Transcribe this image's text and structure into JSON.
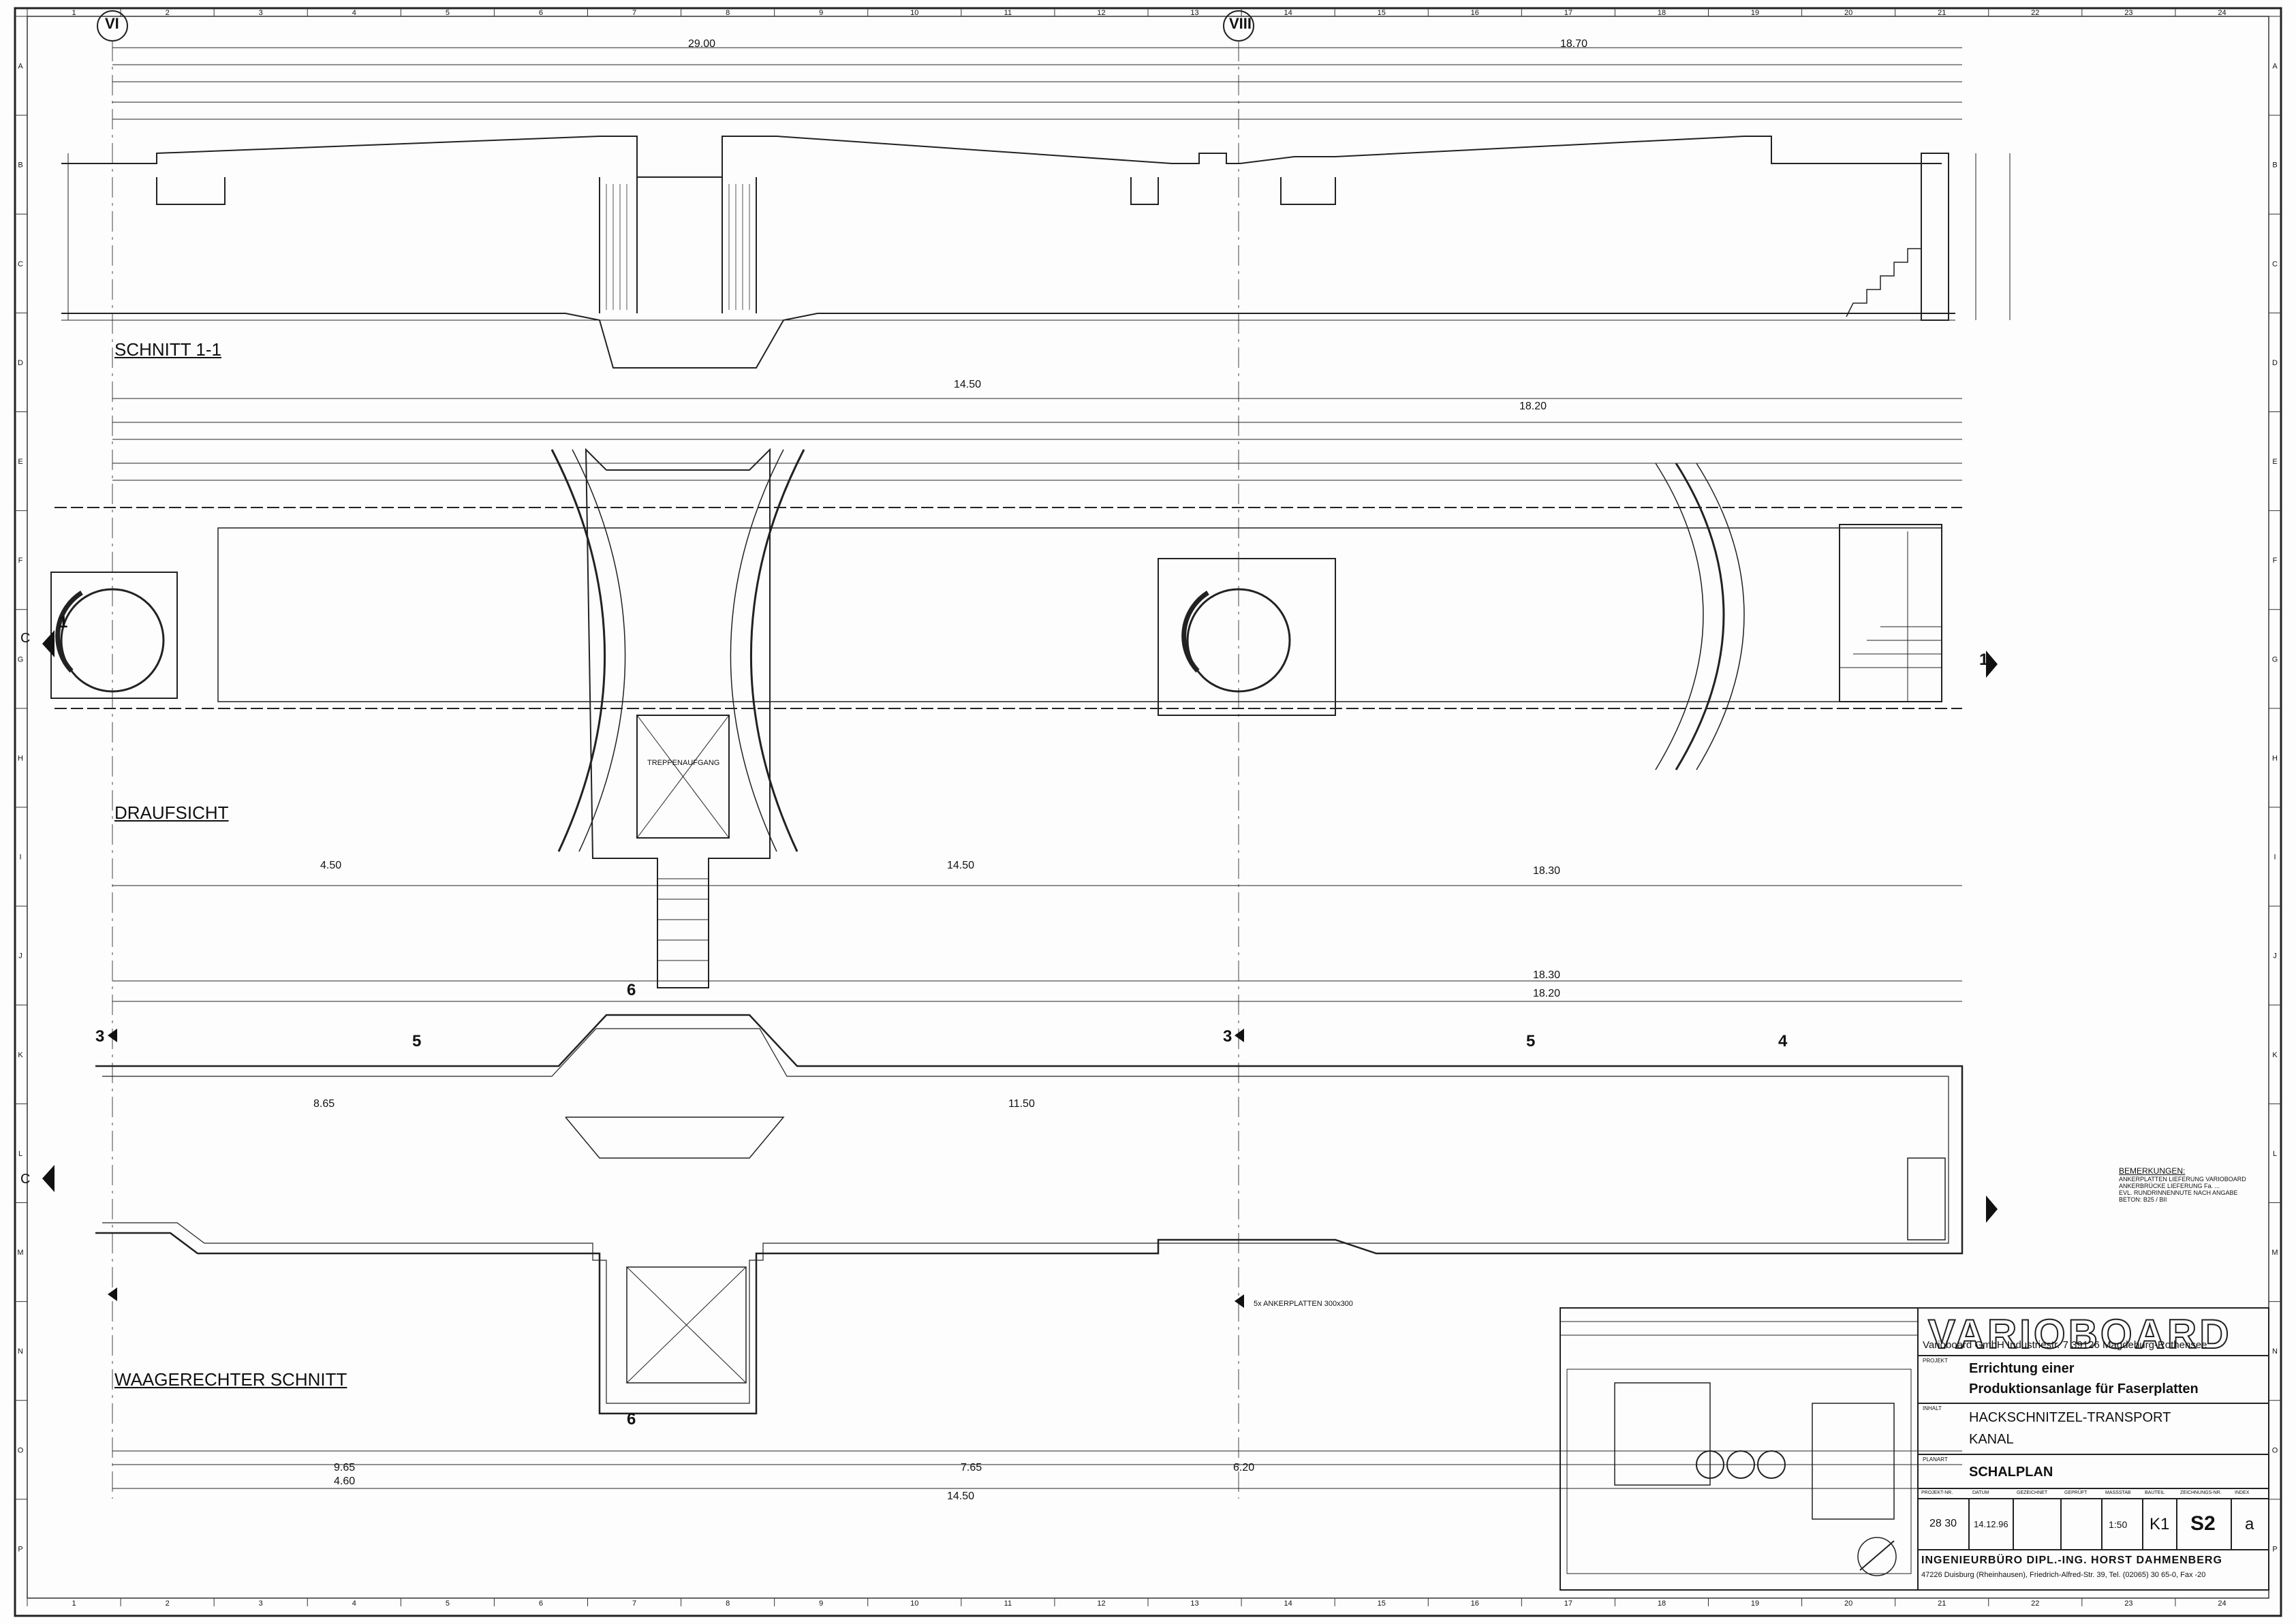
{
  "axes": {
    "left": "VI",
    "right": "VIII"
  },
  "views": {
    "section_1": "SCHNITT 1-1",
    "plan": "DRAUFSICHT",
    "horizontal": "WAAGERECHTER SCHNITT"
  },
  "section_markers": {
    "m1": "1",
    "m3": "3",
    "m4": "4",
    "m5": "5",
    "m6": "6",
    "c": "C"
  },
  "dimensions": {
    "top_total": "29.00",
    "top_right": "18.70",
    "plan_total_left": "14.50",
    "plan_total_right": "18.20",
    "mid_45": "4.50",
    "mid_1450": "14.50",
    "mid_1830": "18.30",
    "bot_1830": "18.30",
    "bot_1820": "18.20",
    "bot_1150": "11.50",
    "bot_850": "8.65",
    "bot_1450": "14.50",
    "bot_960": "9.65",
    "bot_765": "7.65",
    "bot_620": "6.20",
    "bot_460": "4.60"
  },
  "notes": {
    "remark_title": "BEMERKUNGEN:",
    "remark_lines": [
      "ANKERPLATTEN LIEFERUNG VARIOBOARD",
      "ANKERBRÜCKE LIEFERUNG Fa. ...",
      "EVL. RUNDRINNENNUTE NACH ANGABE",
      "BETON: B25 / BII"
    ],
    "stair": "TREPPENAUFGANG",
    "ankerplatten": "5x ANKERPLATTEN 300x300"
  },
  "title_block": {
    "logo": "VARIOBOARD",
    "company": "Varioboard GmbH  Industriestr. 7  39126 Magdeburg-Rothensee",
    "project_line1": "Errichtung einer",
    "project_line2": "Produktionsanlage für Faserplatten",
    "subject_line1": "HACKSCHNITZEL-TRANSPORT",
    "subject_line2": "KANAL",
    "plan_type": "SCHALPLAN",
    "row_labels": [
      "PROJEKT-NR.",
      "DATUM",
      "GEZEICHNET",
      "GEPRÜFT",
      "MASSSTAB",
      "BAUTEIL",
      "ZEICHNUNGS-NR.",
      "INDEX"
    ],
    "project_no": "28 30",
    "date": "14.12.96",
    "scale": "1:50",
    "part": "K1",
    "drawing_no": "S2",
    "index": "a",
    "field_projekt": "PROJEKT",
    "field_plan": "PLANART",
    "field_inhalt": "INHALT",
    "office": "INGENIEURBÜRO DIPL.-ING. HORST DAHMENBERG",
    "office_address": "47226 Duisburg (Rheinhausen), Friedrich-Alfred-Str. 39, Tel. (02065) 30 65-0, Fax -20"
  },
  "grid_numbers": [
    "1",
    "2",
    "3",
    "4",
    "5",
    "6",
    "7",
    "8",
    "9",
    "10",
    "11",
    "12",
    "13",
    "14",
    "15",
    "16",
    "17",
    "18",
    "19",
    "20",
    "21",
    "22",
    "23",
    "24"
  ],
  "grid_letters": [
    "A",
    "B",
    "C",
    "D",
    "E",
    "F",
    "G",
    "H",
    "I",
    "J",
    "K",
    "L",
    "M",
    "N",
    "O",
    "P"
  ]
}
